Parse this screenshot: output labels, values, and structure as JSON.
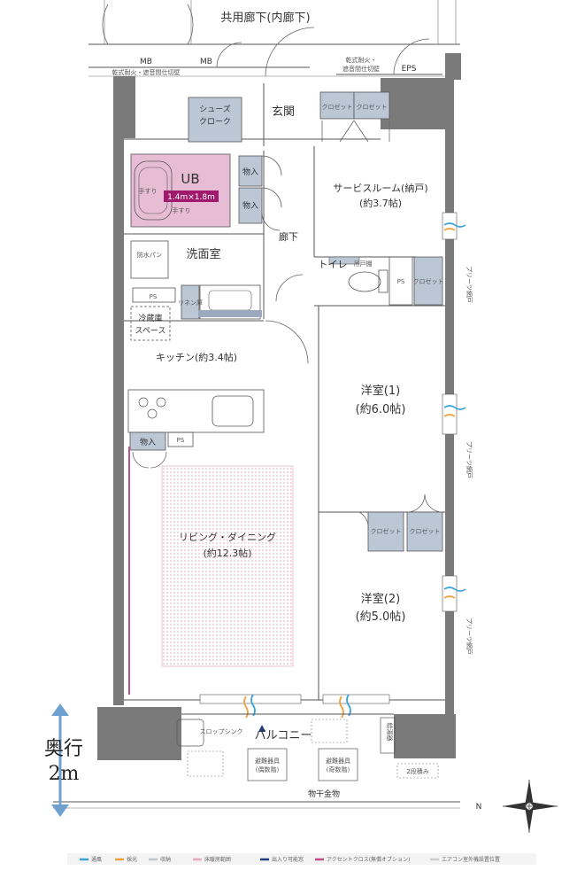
{
  "corridor_label": "共用廊下(内廊下)",
  "mb": {
    "left": "MB",
    "right": "MB",
    "fire_wall_left": "乾式耐火・遮音間仕切壁"
  },
  "fire_wall_right": "乾式耐火・\n遮音間仕切壁",
  "eps": "EPS",
  "rooms": {
    "shoe_closet": "シューズ\nクローク",
    "entrance": "玄関",
    "closet_a": "クロゼット",
    "closet_b": "クロゼット",
    "ub": "UB",
    "ub_size": "1.4m×1.8m",
    "handrail_1": "手すり",
    "handrail_2": "手すり",
    "storage_1": "物入",
    "storage_2": "物入",
    "service_room": "サービスルーム(納戸)",
    "service_room_size": "(約3.7帖)",
    "hallway": "廊下",
    "waterproof_pan": "防水パン",
    "washroom": "洗面室",
    "hanging_cabinet": "吊戸棚",
    "toilet": "トイレ",
    "ps_1": "PS",
    "closet_c": "クロゼット",
    "ps_2": "PS",
    "linen": "リネン庫",
    "fridge": "冷蔵庫\nスペース",
    "kitchen": "キッチン(約3.4帖)",
    "western1": "洋室(1)",
    "western1_size": "(約6.0帖)",
    "storage_3": "物入",
    "ps_3": "PS",
    "living": "リビング・ダイニング",
    "living_size": "(約12.3帖)",
    "closet_d": "クロゼット",
    "closet_e": "クロゼット",
    "western2": "洋室(2)",
    "western2_size": "(約5.0帖)",
    "pleats_1": "プリーツ網戸",
    "pleats_2": "プリーツ網戸",
    "pleats_3": "プリーツ網戸"
  },
  "balcony": {
    "label": "バルコニー",
    "slop_sink": "スロップシンク",
    "water_heater": "給湯器",
    "evac_even": "避難器具\n(偶数階)",
    "evac_odd": "避難器具\n(奇数階)",
    "two_tier": "2段積み",
    "drying_hardware": "物干金物"
  },
  "depth_label_1": "奥行",
  "depth_label_2": "2m",
  "compass_label": "N",
  "legend": [
    {
      "label": "通風",
      "color": "#3aa3d9"
    },
    {
      "label": "採光",
      "color": "#f0a040"
    },
    {
      "label": "収納",
      "color": "#bcc7d6"
    },
    {
      "label": "床暖房範囲",
      "color": "#e8a8c0"
    },
    {
      "label": "出入り可能窓",
      "color": "#1f3d7a"
    },
    {
      "label": "アクセントクロス(無償オプション)",
      "color": "#c0508a"
    },
    {
      "label": "エアコン室外機設置位置",
      "color": "#cccccc"
    }
  ]
}
